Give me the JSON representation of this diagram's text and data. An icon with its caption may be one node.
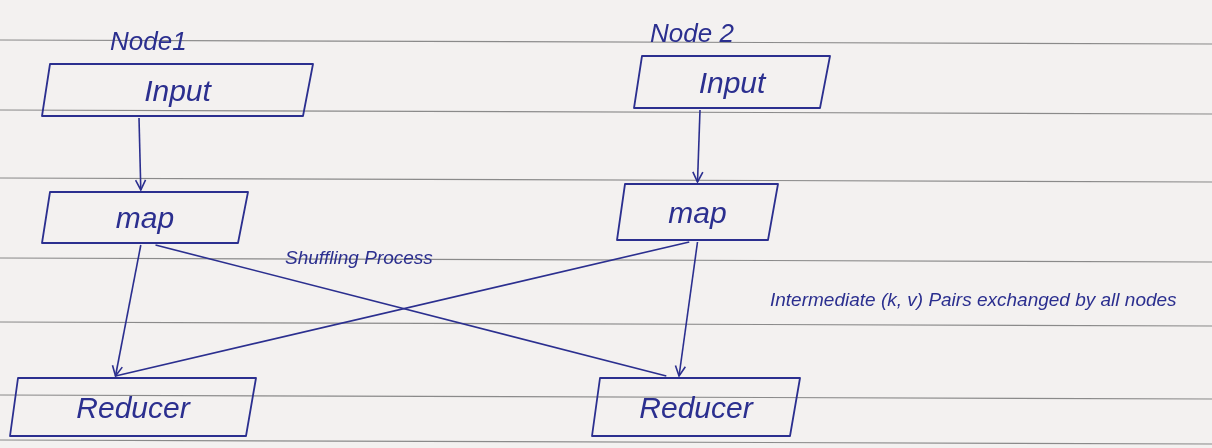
{
  "diagram": {
    "nodes": [
      {
        "text": [
          "Input"
        ],
        "beside": [
          "Node1"
        ]
      },
      {
        "text": [
          "Input"
        ],
        "beside": [
          "Node 2"
        ]
      },
      {
        "text": [
          "map"
        ]
      },
      {
        "text": [
          "map"
        ]
      },
      {
        "text": [
          "Reducer"
        ]
      },
      {
        "text": [
          "Reducer"
        ]
      }
    ],
    "edges": [
      {
        "from": 0,
        "to": 2,
        "arrow": "to"
      },
      {
        "from": 1,
        "to": 3,
        "arrow": "to"
      },
      {
        "from": 2,
        "to": 4,
        "arrow": "to"
      },
      {
        "from": 3,
        "to": 5,
        "arrow": "to"
      },
      {
        "from": 2,
        "to": 5,
        "arrow": "none"
      },
      {
        "from": 3,
        "to": 4,
        "arrow": "none"
      }
    ],
    "labels": [
      "Shuffling Process",
      "Intermediate (k, v) Pairs exchanged by all nodes"
    ]
  }
}
